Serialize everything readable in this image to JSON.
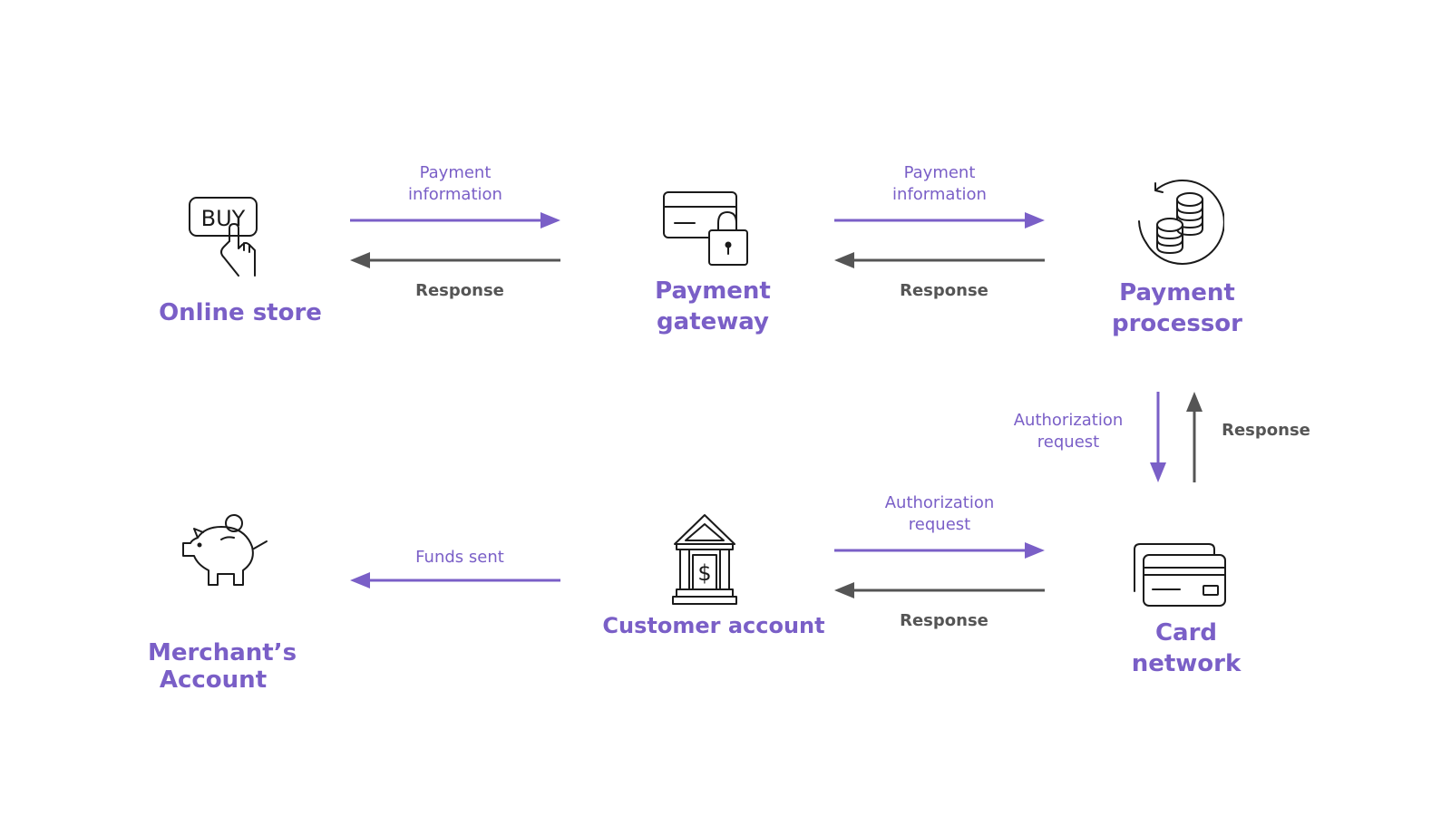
{
  "colors": {
    "primary": "#7a5fc7",
    "response": "#555555",
    "icon_stroke": "#1a1a1a"
  },
  "nodes": {
    "online_store": {
      "icon": "buy-button-icon",
      "buy_text": "BUY",
      "label": "Online store"
    },
    "payment_gateway": {
      "icon": "card-lock-icon",
      "label_line1": "Payment",
      "label_line2": "gateway"
    },
    "payment_processor": {
      "icon": "coins-refresh-icon",
      "label_line1": "Payment",
      "label_line2": "processor"
    },
    "card_network": {
      "icon": "credit-cards-icon",
      "label_line1": "Card",
      "label_line2": "network"
    },
    "customer_account": {
      "icon": "bank-icon",
      "label": "Customer account"
    },
    "merchant_account": {
      "icon": "piggy-bank-icon",
      "label_line1": "Merchant’s",
      "label_line2": "Account"
    }
  },
  "edges": {
    "store_to_gateway": {
      "line1": "Payment",
      "line2": "information"
    },
    "gateway_to_store": {
      "label": "Response"
    },
    "gateway_to_processor": {
      "line1": "Payment",
      "line2": "information"
    },
    "processor_to_gateway": {
      "label": "Response"
    },
    "processor_to_network": {
      "line1": "Authorization",
      "line2": "request"
    },
    "network_to_processor": {
      "label": "Response"
    },
    "account_to_network": {
      "line1": "Authorization",
      "line2": "request"
    },
    "network_to_account": {
      "label": "Response"
    },
    "account_to_merchant": {
      "label": "Funds sent"
    }
  }
}
